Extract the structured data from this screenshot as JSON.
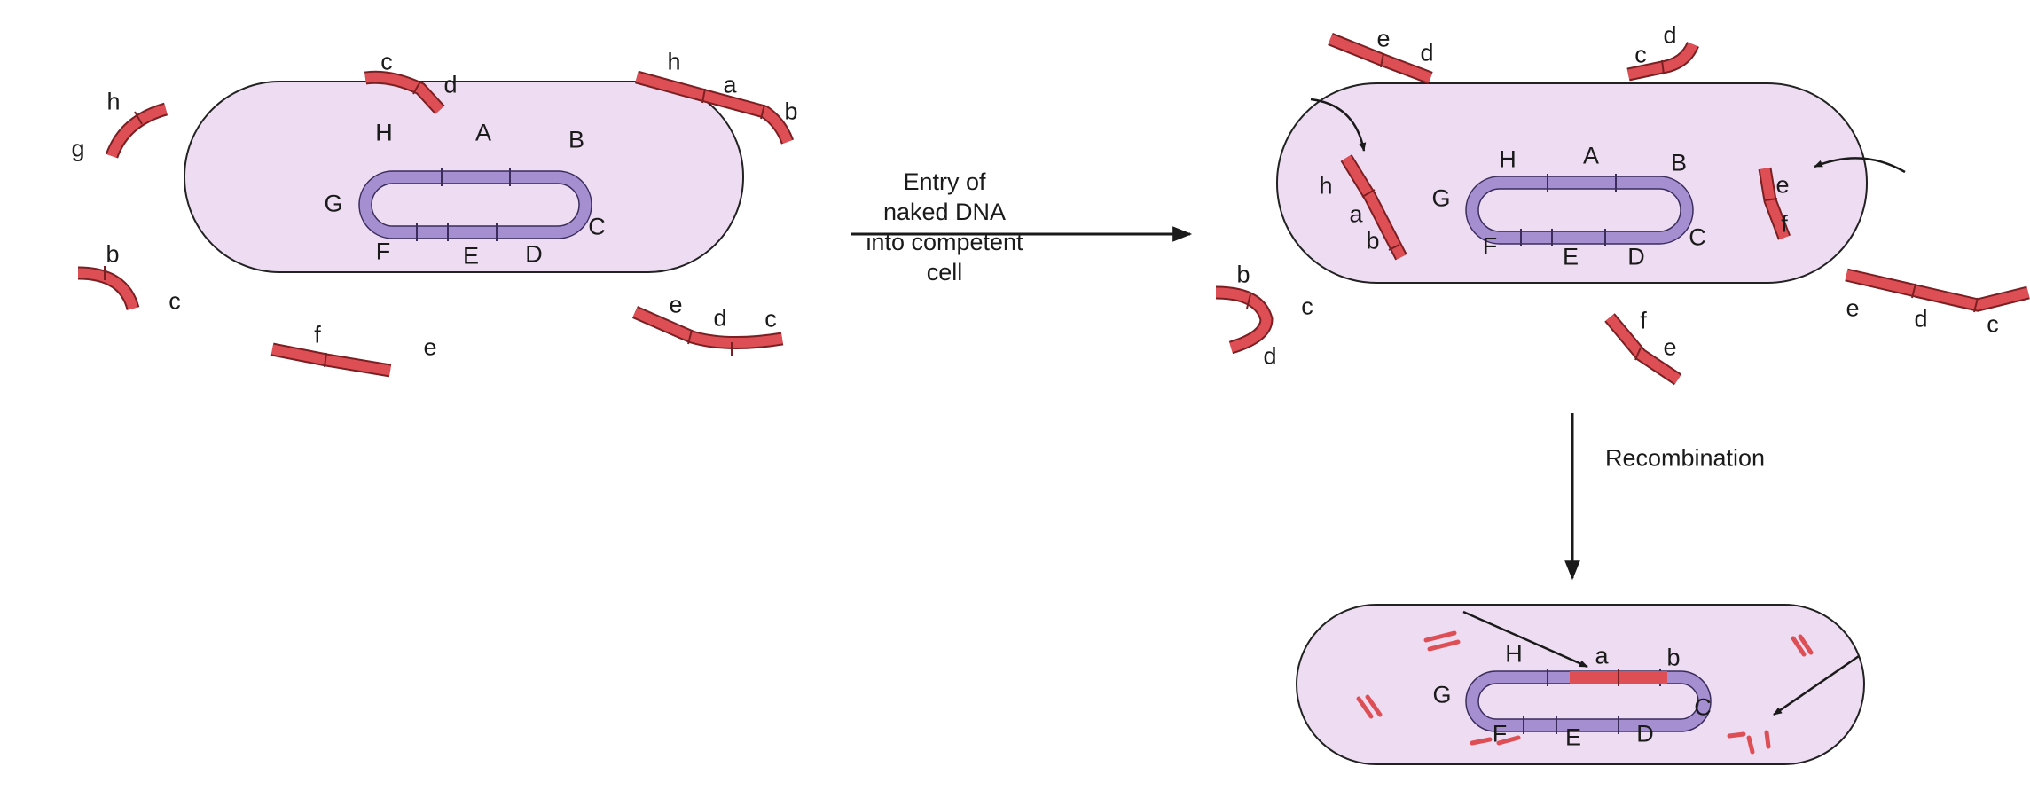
{
  "caption_top": [
    "Entry of",
    "naked DNA",
    "into competent",
    "cell"
  ],
  "caption_side": "Recombination",
  "panel_left": {
    "chromosome": [
      "H",
      "A",
      "B",
      "C",
      "D",
      "E",
      "F",
      "G"
    ],
    "fragment_labels": [
      [
        "c",
        "d"
      ],
      [
        "h",
        "g"
      ],
      [
        "h",
        "a",
        "b"
      ],
      [
        "b",
        "c"
      ],
      [
        "f",
        "e"
      ],
      [
        "e",
        "d",
        "c"
      ]
    ]
  },
  "panel_right": {
    "chromosome": [
      "H",
      "A",
      "B",
      "C",
      "D",
      "E",
      "F",
      "G"
    ],
    "inside_labels": [
      [
        "h",
        "a",
        "b"
      ],
      [
        "e",
        "f"
      ]
    ],
    "fragment_labels": [
      [
        "e",
        "d"
      ],
      [
        "c",
        "d"
      ],
      [
        "b",
        "c",
        "d"
      ],
      [
        "f",
        "e"
      ],
      [
        "e",
        "d",
        "c"
      ]
    ]
  },
  "panel_bottom": {
    "chromosome": [
      "H",
      "a",
      "b",
      "C",
      "D",
      "E",
      "F",
      "G"
    ]
  },
  "colors": {
    "cell_fill": "#eedcf2",
    "cell_stroke": "#222222",
    "chromosome": "#a58fd0",
    "fragment": "#de4f55",
    "fragment_stroke": "#7a1f22",
    "ink": "#1a1a1a"
  }
}
